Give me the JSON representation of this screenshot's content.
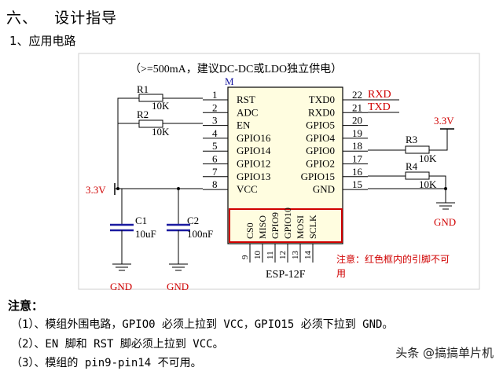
{
  "heading": {
    "number": "六、",
    "title": "设计指导"
  },
  "subheading": "1、应用电路",
  "schematic": {
    "supply_note": "（>=500mA，建议DC-DC或LDO独立供电）",
    "module_label": "M",
    "module_name": "ESP-12F",
    "left_pins": [
      {
        "num": "1",
        "name": "RST"
      },
      {
        "num": "2",
        "name": "ADC"
      },
      {
        "num": "3",
        "name": "EN"
      },
      {
        "num": "4",
        "name": "GPIO16"
      },
      {
        "num": "5",
        "name": "GPIO14"
      },
      {
        "num": "6",
        "name": "GPIO12"
      },
      {
        "num": "7",
        "name": "GPIO13"
      },
      {
        "num": "8",
        "name": "VCC"
      }
    ],
    "right_pins": [
      {
        "num": "22",
        "name": "TXD0"
      },
      {
        "num": "21",
        "name": "RXD0"
      },
      {
        "num": "20",
        "name": "GPIO5"
      },
      {
        "num": "19",
        "name": "GPIO4"
      },
      {
        "num": "18",
        "name": "GPIO0"
      },
      {
        "num": "17",
        "name": "GPIO2"
      },
      {
        "num": "16",
        "name": "GPIO15"
      },
      {
        "num": "15",
        "name": "GND"
      }
    ],
    "bottom_pins": [
      "CS0",
      "MISO",
      "GPIO9",
      "GPIO10",
      "MOSI",
      "SCLK"
    ],
    "bottom_pin_numbers": [
      "9",
      "10",
      "11",
      "12",
      "13",
      "14"
    ],
    "nets": {
      "rxd": "RXD",
      "txd": "TXD",
      "vcc_right": "3.3V",
      "vcc_left": "3.3V",
      "gnd": "GND"
    },
    "r1": {
      "name": "R1",
      "value": "10K"
    },
    "r2": {
      "name": "R2",
      "value": "10K"
    },
    "r3": {
      "name": "R3",
      "value": "10K"
    },
    "r4": {
      "name": "R4",
      "value": "10K"
    },
    "c1": {
      "name": "C1",
      "value": "10uF"
    },
    "c2": {
      "name": "C2",
      "value": "100nF"
    },
    "red_note": [
      "注意：红色框内的引脚不可",
      "用"
    ],
    "colors": {
      "red": "#d00000",
      "box_fill": "#fffde0",
      "wire": "#000000"
    }
  },
  "notes": {
    "title": "注意：",
    "lines": [
      "（1）、模组外围电路，GPIO0 必须上拉到 VCC，GPIO15 必须下拉到 GND。",
      "（2）、EN 脚和 RST 脚必须上拉到 VCC。",
      "（3）、模组的 pin9-pin14 不可用。"
    ]
  },
  "watermark": {
    "text": "头条 @搞搞单片机"
  }
}
